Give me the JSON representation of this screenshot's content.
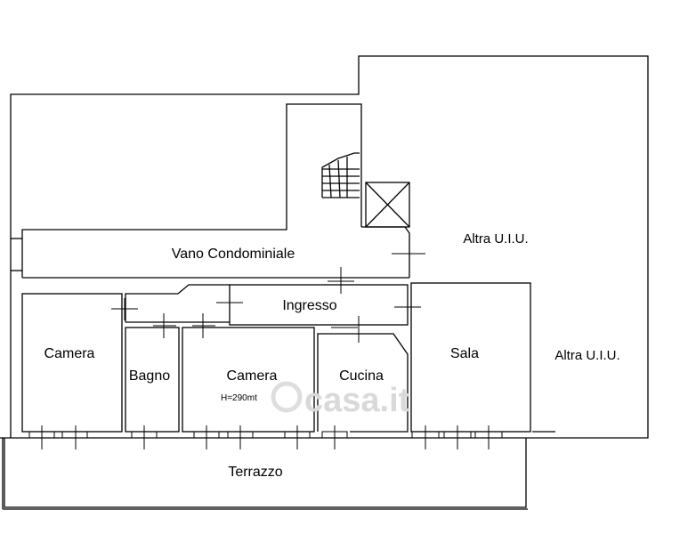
{
  "rooms": {
    "vano_condominiale": "Vano Condominiale",
    "altra_uiu_top": "Altra U.I.U.",
    "altra_uiu_right": "Altra U.I.U.",
    "ingresso": "Ingresso",
    "camera_left": "Camera",
    "bagno": "Bagno",
    "camera_center": "Camera",
    "camera_center_height": "H=290mt",
    "cucina": "Cucina",
    "sala": "Sala",
    "terrazzo": "Terrazzo"
  },
  "watermark": "casa.it"
}
